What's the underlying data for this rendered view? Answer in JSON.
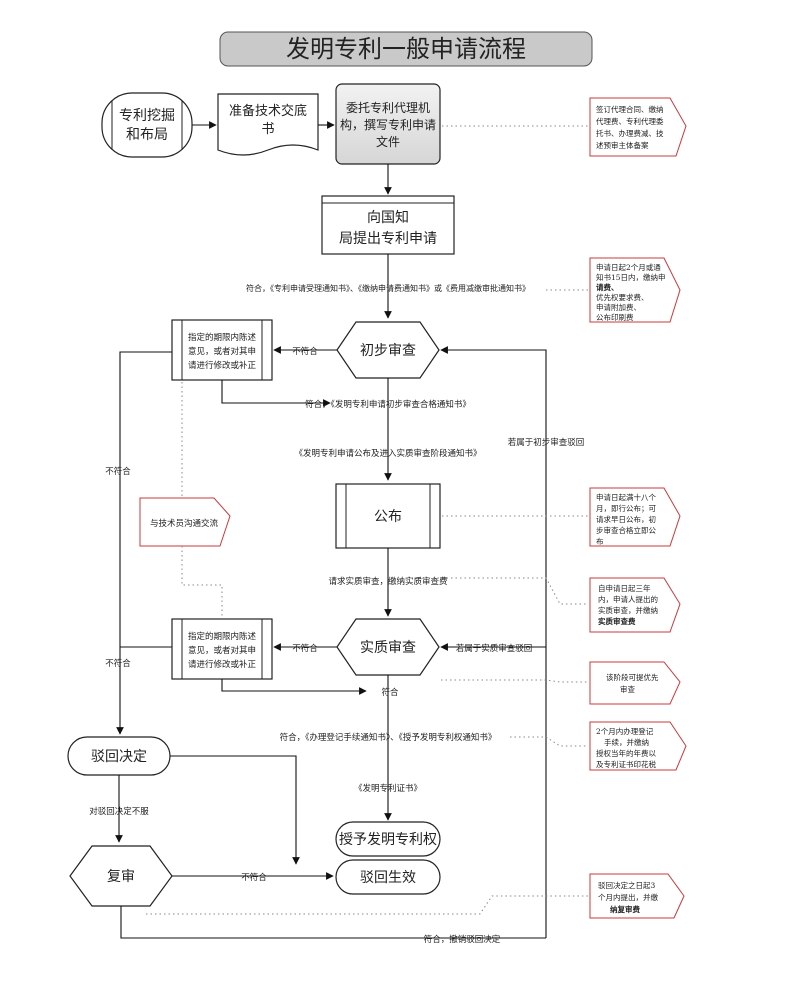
{
  "title": "发明专利一般申请流程",
  "nodes": {
    "mining": [
      "专利挖掘",
      "和布局"
    ],
    "prepare": [
      "准备技术交底",
      "书"
    ],
    "entrust": [
      "委托专利代理机",
      "构，撰写专利申请",
      "文件"
    ],
    "submit": [
      "向国知",
      "局提出专利申请"
    ],
    "prelim": "初步审查",
    "publish": "公布",
    "substantive": "实质审查",
    "reject_decision": "驳回决定",
    "review": "复审",
    "grant": "授予发明专利权",
    "reject_effective": "驳回生效",
    "amend_1": [
      "指定的期限内陈述",
      "意见，或者对其申",
      "请进行修改或补正"
    ],
    "amend_2": [
      "指定的期限内陈述",
      "意见，或者对其申",
      "请进行修改或补正"
    ],
    "tech_comm": "与技术员沟通交流"
  },
  "notes": {
    "n1": [
      "签订代理合同、缴纳",
      "代理费、专利代理委",
      "托书、办理费减、技",
      "述预审主体备案"
    ],
    "n2": [
      "申请日起2个月或通",
      "知书15日内，缴纳申",
      "请费、",
      "优先权要求费、",
      "申请附加费、",
      "公布印刷费"
    ],
    "n3": [
      "申请日起满十八个",
      "月，即行公布；可",
      "请求早日公布，初",
      "步审查合格立即公",
      "布"
    ],
    "n4": [
      "自申请日起三年",
      "内，申请人提出的",
      "实质审查，并缴纳",
      "实质审查费"
    ],
    "n5": [
      "该阶段可提优先",
      "审查"
    ],
    "n6": [
      "2个月内办理登记",
      "手续，并缴纳",
      "授权当年的年费以",
      "及专利证书印花税"
    ],
    "n7": [
      "驳回决定之日起3",
      "个月内提出，并缴",
      "纳复审费"
    ]
  },
  "labels": {
    "l_accept": "符合，《专利申请受理通知书》、《缴纳申请费通知书》或《费用减缴审批通知书》",
    "l_notmatch_1": "不符合",
    "l_prelim_ok": "符合，《发明专利申请初步审查合格通知书》",
    "l_publish_notice": "《发明专利申请公布及进入实质审查阶段通知书》",
    "l_left_notmatch_1": "不符合",
    "l_return_prelim": "若属于初步审查驳回",
    "l_request_sub": "请求实质审查，缴纳实质审查费",
    "l_notmatch_2": "不符合",
    "l_return_sub": "若属于实质审查驳回",
    "l_left_notmatch_2": "不符合",
    "l_sub_ok": "符合",
    "l_grant_notice": "符合，《办理登记手续通知书》、《授予发明专利权通知书》",
    "l_certificate": "《发明专利证书》",
    "l_dissatisfied": "对驳回决定不服",
    "l_review_notmatch": "不符合",
    "l_review_ok": "符合，撤销驳回决定"
  }
}
